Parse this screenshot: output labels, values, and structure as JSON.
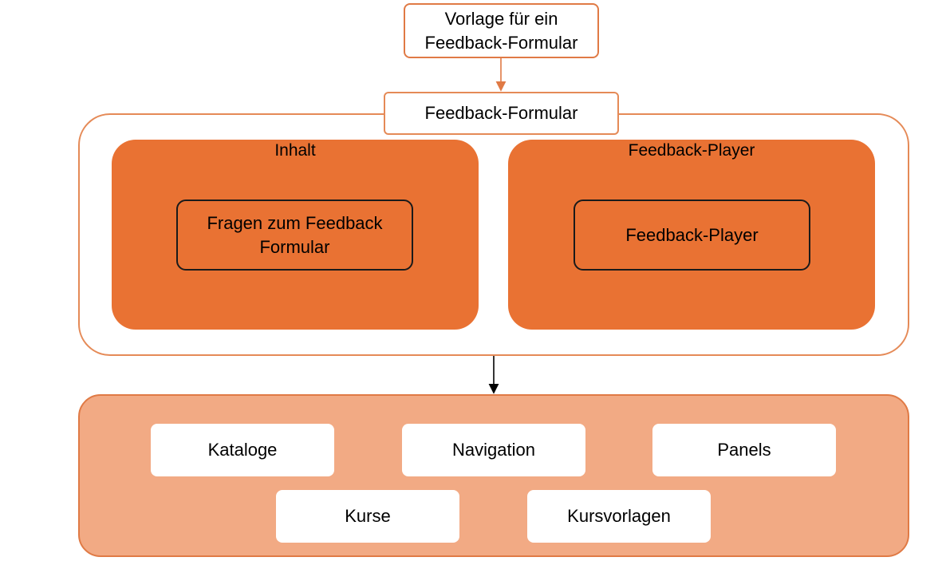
{
  "template": {
    "label": "Vorlage für ein Feedback-Formular"
  },
  "form": {
    "label": "Feedback-Formular",
    "sections": {
      "content": {
        "title": "Inhalt",
        "item": "Fragen zum Feedback Formular"
      },
      "player": {
        "title": "Feedback-Player",
        "item": "Feedback-Player"
      }
    }
  },
  "targets": {
    "items": [
      "Kataloge",
      "Navigation",
      "Panels",
      "Kurse",
      "Kursvorlagen"
    ]
  },
  "colors": {
    "accent_orange": "#e97233",
    "light_orange": "#f2aa84",
    "border_orange": "#e07a45",
    "inner_border": "#1a1a1a",
    "arrow_orange": "#e07a45",
    "arrow_black": "#000000"
  }
}
